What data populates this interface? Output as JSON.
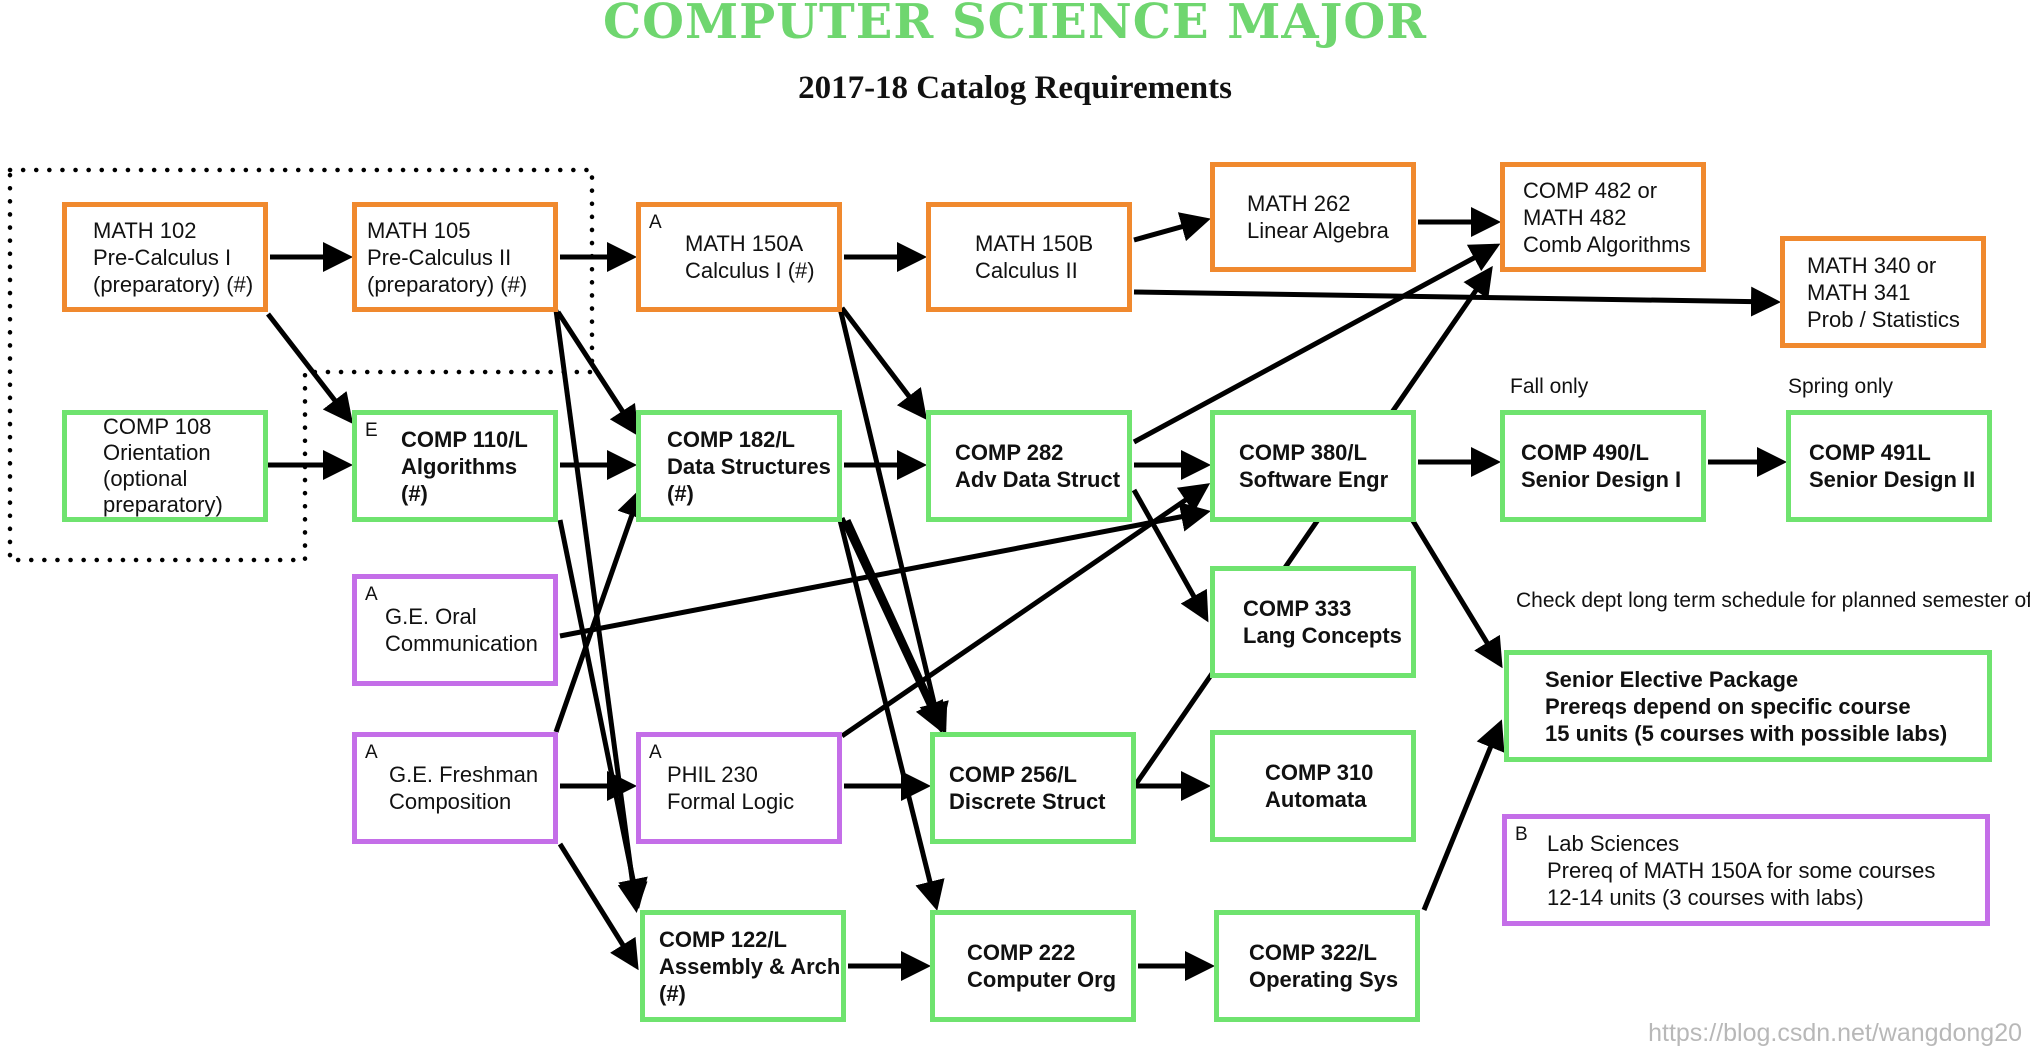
{
  "title": "COMPUTER SCIENCE MAJOR",
  "subtitle": "2017-18 Catalog Requirements",
  "colors": {
    "title": "#6fd66f",
    "math": "#f0892e",
    "comp": "#6fe36f",
    "ge": "#c46ee8",
    "arrow": "#000000"
  },
  "courses": {
    "math102": {
      "lines": [
        "MATH 102",
        "Pre-Calculus I",
        "(preparatory) (#)"
      ]
    },
    "math105": {
      "lines": [
        "MATH 105",
        "Pre-Calculus II",
        "(preparatory) (#)"
      ]
    },
    "math150a": {
      "tag": "A",
      "lines": [
        "MATH 150A",
        "Calculus I (#)"
      ]
    },
    "math150b": {
      "lines": [
        "MATH 150B",
        "Calculus II"
      ]
    },
    "math262": {
      "lines": [
        "MATH 262",
        "Linear Algebra"
      ]
    },
    "comp482": {
      "lines": [
        "COMP 482 or",
        "MATH 482",
        "Comb Algorithms"
      ]
    },
    "math340": {
      "lines": [
        "MATH 340 or",
        "MATH 341",
        "Prob / Statistics"
      ]
    },
    "comp108": {
      "lines": [
        "COMP 108",
        "Orientation",
        "(optional",
        "preparatory)"
      ]
    },
    "comp110": {
      "tag": "E",
      "lines": [
        "COMP 110/L",
        "Algorithms",
        "(#)"
      ]
    },
    "comp182": {
      "lines": [
        "COMP 182/L",
        "Data Structures",
        "(#)"
      ]
    },
    "comp282": {
      "lines": [
        "COMP 282",
        "Adv Data Struct"
      ]
    },
    "comp380": {
      "lines": [
        "COMP 380/L",
        "Software Engr"
      ]
    },
    "comp490": {
      "lines": [
        "COMP 490/L",
        "Senior Design I"
      ]
    },
    "comp491": {
      "lines": [
        "COMP 491L",
        "Senior Design II"
      ]
    },
    "ge_oral": {
      "tag": "A",
      "lines": [
        "G.E. Oral",
        "Communication"
      ]
    },
    "comp333": {
      "lines": [
        "COMP 333",
        "Lang Concepts"
      ]
    },
    "ge_fresh": {
      "tag": "A",
      "lines": [
        "G.E. Freshman",
        "Composition"
      ]
    },
    "phil230": {
      "tag": "A",
      "lines": [
        "PHIL 230",
        "Formal Logic"
      ]
    },
    "comp256": {
      "lines": [
        "COMP 256/L",
        "Discrete Struct"
      ]
    },
    "comp310": {
      "lines": [
        "COMP 310",
        "Automata"
      ]
    },
    "senior_elective": {
      "lines": [
        "Senior Elective Package",
        "Prereqs depend on specific course",
        "15 units (5 courses with possible labs)"
      ]
    },
    "lab_sci": {
      "tag": "B",
      "lines": [
        "Lab Sciences",
        "Prereq of MATH 150A for some courses",
        "12-14 units (3 courses with labs)"
      ]
    },
    "comp122": {
      "lines": [
        "COMP 122/L",
        "Assembly & Arch",
        "(#)"
      ]
    },
    "comp222": {
      "lines": [
        "COMP 222",
        "Computer Org"
      ]
    },
    "comp322": {
      "lines": [
        "COMP 322/L",
        "Operating Sys"
      ]
    }
  },
  "notes": {
    "fall_only": "Fall only",
    "spring_only": "Spring only",
    "check_line1": "Check dept long term schedule",
    "check_line2": "for planned semester offerings"
  },
  "watermark": "https://blog.csdn.net/wangdong20"
}
